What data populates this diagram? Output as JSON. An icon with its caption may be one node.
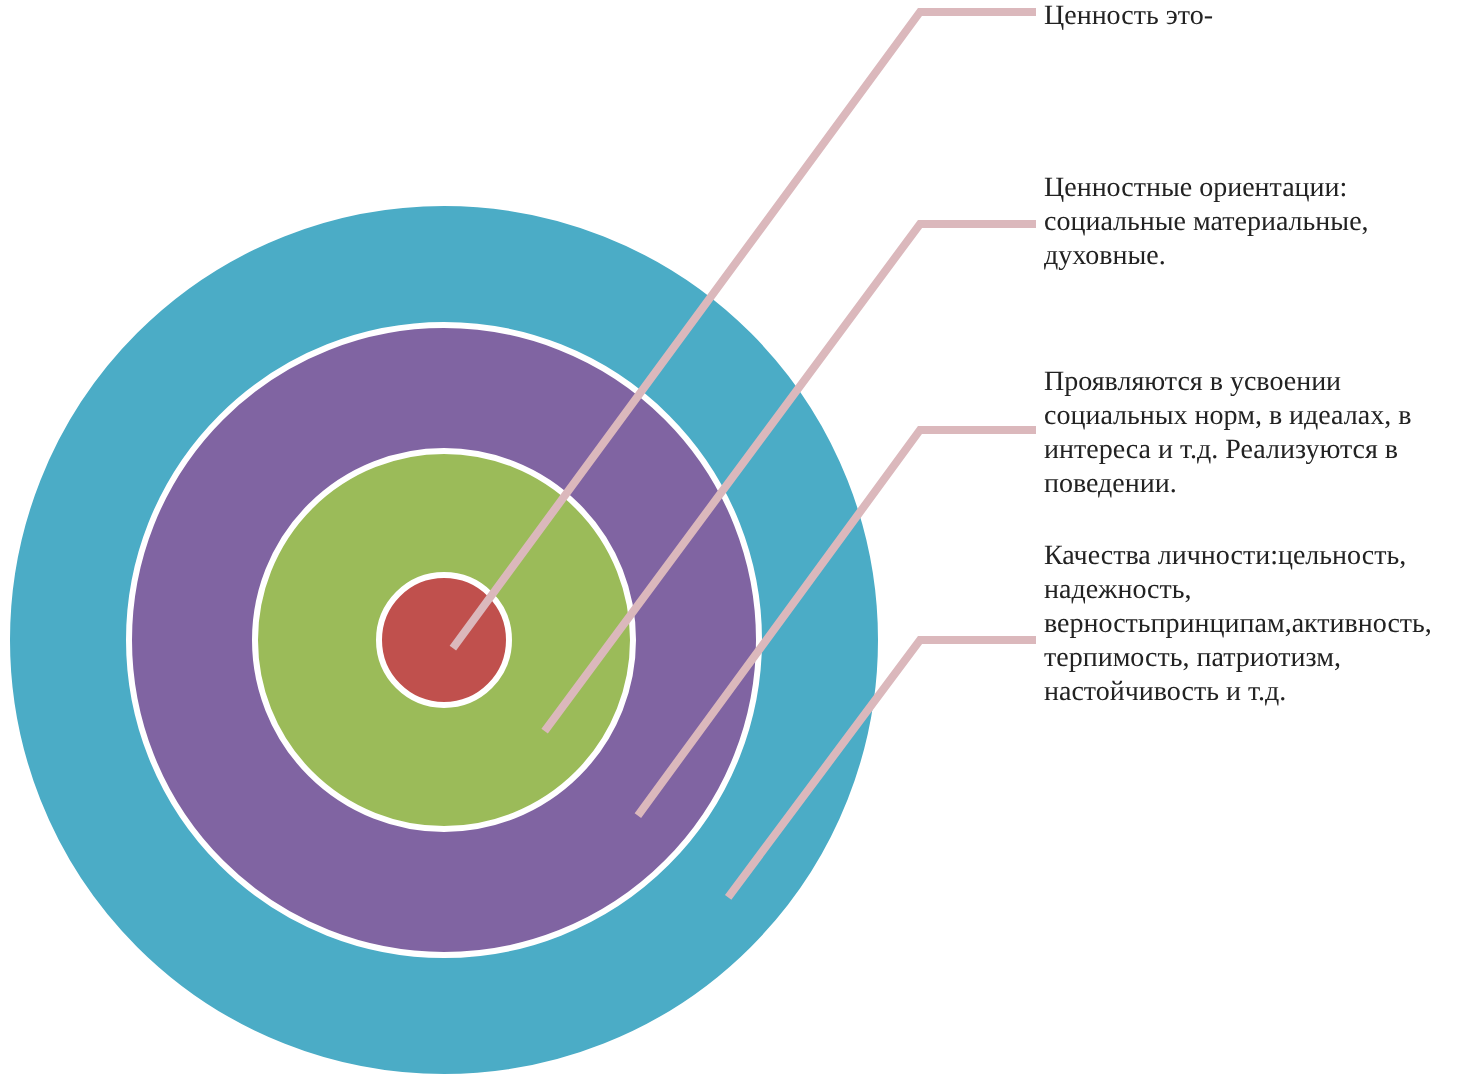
{
  "diagram": {
    "nodes": [
      {
        "text": [],
        "shape": "circle"
      },
      {
        "text": [],
        "shape": "circle",
        "in": 0
      },
      {
        "text": [],
        "shape": "circle",
        "in": 1
      },
      {
        "text": [],
        "shape": "circle",
        "in": 2
      },
      {
        "text": [
          "Ценность это-"
        ]
      },
      {
        "text": [
          "Ценностные ориентации: социальные материальные, духовные."
        ]
      },
      {
        "text": [
          "Проявляются в усвоении социальных норм, в идеалах, в интереса и т.д. Реализуются в поведении."
        ]
      },
      {
        "text": [
          "Качества личности:цельность, надежность, верностьпринципам,активность, терпимость, патриотизм, настойчивость и т.д."
        ]
      }
    ],
    "edges": [
      {
        "from": 4,
        "to": 3,
        "arrow": "none"
      },
      {
        "from": 5,
        "to": 2,
        "arrow": "none"
      },
      {
        "from": 6,
        "to": 1,
        "arrow": "none"
      },
      {
        "from": 7,
        "to": 0,
        "arrow": "none"
      }
    ]
  }
}
